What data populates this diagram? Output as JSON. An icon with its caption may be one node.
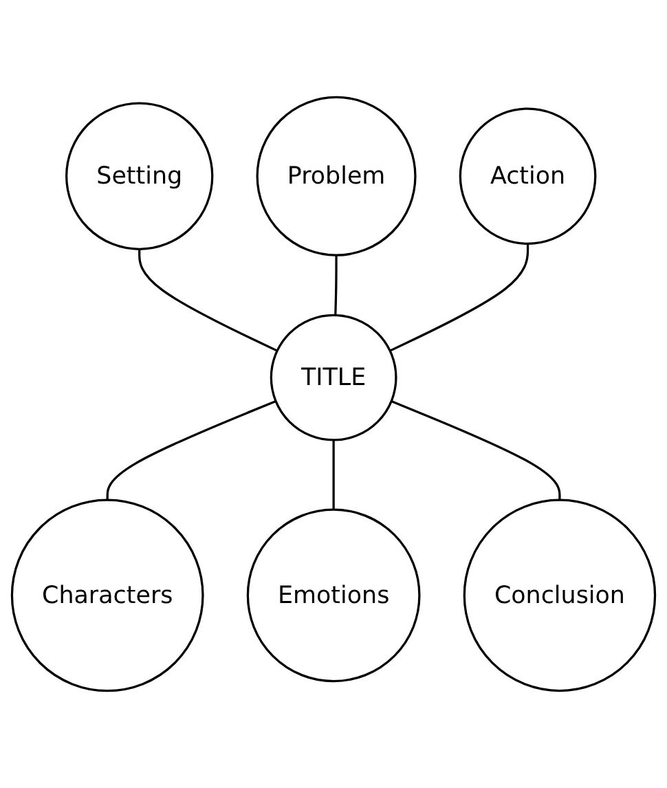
{
  "diagram": {
    "nodes": [
      {
        "text": [
          "Problem"
        ]
      },
      {
        "text": [
          "Setting"
        ]
      },
      {
        "text": [
          "Action"
        ]
      },
      {
        "text": [
          "TITLE"
        ]
      },
      {
        "text": [
          "Characters"
        ]
      },
      {
        "text": [
          "Conclusion"
        ]
      },
      {
        "text": [
          "Emotions"
        ]
      }
    ],
    "edges": [
      {
        "from": 1,
        "to": 3,
        "arrow": "none"
      },
      {
        "from": 0,
        "to": 3,
        "arrow": "none"
      },
      {
        "from": 2,
        "to": 3,
        "arrow": "none"
      },
      {
        "from": 3,
        "to": 4,
        "arrow": "none"
      },
      {
        "from": 3,
        "to": 6,
        "arrow": "none"
      },
      {
        "from": 3,
        "to": 5,
        "arrow": "none"
      }
    ]
  }
}
